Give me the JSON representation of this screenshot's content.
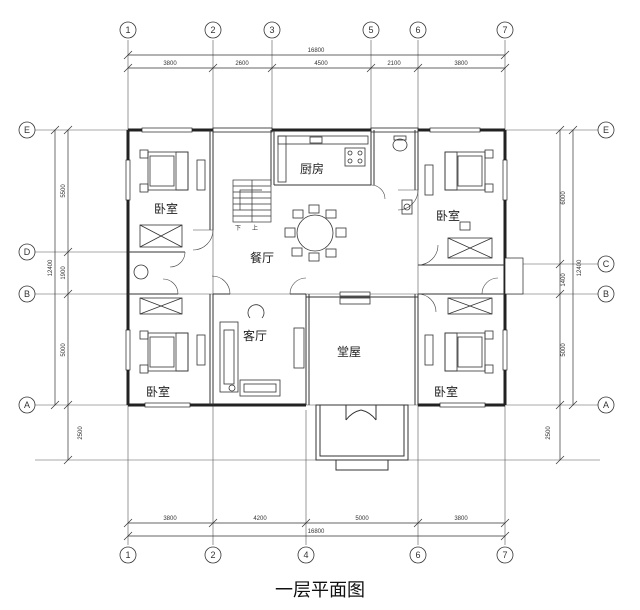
{
  "caption": "一层平面图",
  "axes_vertical": [
    "1",
    "2",
    "3",
    "5",
    "6",
    "7"
  ],
  "axes_vertical_bottom": [
    "1",
    "2",
    "4",
    "6",
    "7"
  ],
  "axes_horizontal_left": [
    "E",
    "D",
    "B",
    "A"
  ],
  "axes_horizontal_right": [
    "E",
    "C",
    "B",
    "A"
  ],
  "dims_top": {
    "total": "16800",
    "segments": [
      "3800",
      "2600",
      "4500",
      "2100",
      "3800"
    ]
  },
  "dims_bottom": {
    "total": "16800",
    "segments": [
      "3800",
      "4200",
      "5000",
      "3800"
    ]
  },
  "dims_left": {
    "total": "12400",
    "segments": [
      "5500",
      "1900",
      "5000",
      "2500"
    ]
  },
  "dims_right": {
    "total": "12400",
    "segments": [
      "6000",
      "1400",
      "5000",
      "2500"
    ]
  },
  "rooms": {
    "bedroom_nw": "卧室",
    "kitchen": "厨房",
    "bedroom_ne": "卧室",
    "dining": "餐厅",
    "living": "客厅",
    "hall": "堂屋",
    "bedroom_sw": "卧室",
    "bedroom_se": "卧室"
  },
  "stair_labels": {
    "down": "下",
    "up": "上"
  }
}
